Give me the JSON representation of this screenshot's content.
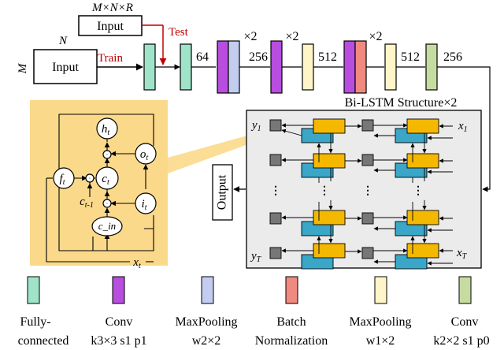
{
  "inputs": {
    "top_label": "M×N×R",
    "top_box": "Input",
    "main_box": "Input",
    "dim_n": "N",
    "dim_m": "M",
    "test": "Test",
    "train": "Train"
  },
  "pipeline": {
    "labels": {
      "c64": "64",
      "c256a": "256",
      "x2a": "×2",
      "x2b": "×2",
      "c512a": "512",
      "x2c": "×2",
      "c512b": "512",
      "c256b": "256"
    }
  },
  "bilstm": {
    "title": "Bi-LSTM Structure×2",
    "y1": "y",
    "y1_sub": "1",
    "yT": "y",
    "yT_sub": "T",
    "x1": "x",
    "x1_sub": "1",
    "xT": "x",
    "xT_sub": "T",
    "output": "Output"
  },
  "cell": {
    "ht": "h",
    "ht_sub": "t",
    "ot": "o",
    "ot_sub": "t",
    "ct": "c",
    "ct_sub": "t",
    "ft": "f",
    "ft_sub": "t",
    "ctm1": "c",
    "ctm1_sub": "t-1",
    "it": "i",
    "it_sub": "t",
    "cin": "c_in",
    "xt": "x",
    "xt_sub": "t"
  },
  "legend": [
    {
      "line1": "Fully-",
      "line2": "connected",
      "color": "#9fe3c9"
    },
    {
      "line1": "Conv",
      "line2": "k3×3 s1 p1",
      "color": "#b84de0"
    },
    {
      "line1": "MaxPooling",
      "line2": "w2×2",
      "color": "#c2cdf0"
    },
    {
      "line1": "Batch",
      "line2": "Normalization",
      "color": "#f08a80"
    },
    {
      "line1": "MaxPooling",
      "line2": "w1×2",
      "color": "#fff5c8"
    },
    {
      "line1": "Conv",
      "line2": "k2×2 s1 p0",
      "color": "#c6dba0"
    }
  ],
  "colors": {
    "fc": "#9fe3c9",
    "conv": "#b84de0",
    "maxpool22": "#c2cdf0",
    "bn": "#f08a80",
    "maxpool12": "#fff5c8",
    "conv22": "#c6dba0",
    "cell_bg": "#fbd98a",
    "lstm_fwd": "#f5b800",
    "lstm_bwd": "#3aa6c8",
    "panel_bg": "#ebebeb",
    "test_red": "#c00000"
  }
}
